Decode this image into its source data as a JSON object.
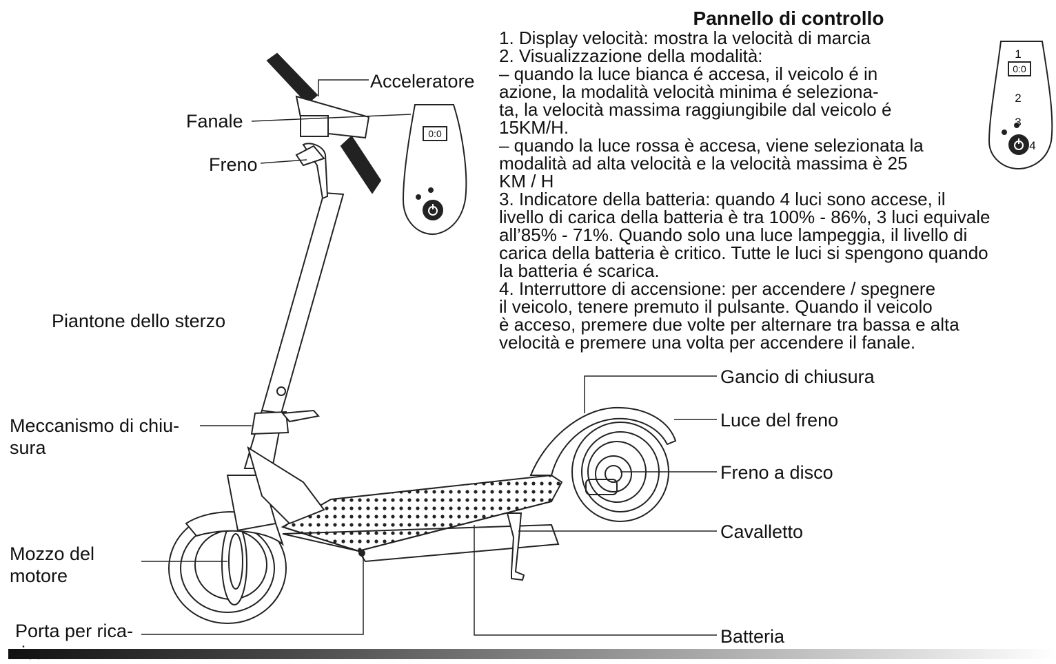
{
  "panel": {
    "title": "Pannello di controllo",
    "lines": [
      "1. Display velocità: mostra la velocità di marcia",
      "2. Visualizzazione della modalità:",
      "– quando la luce bianca é accesa, il veicolo é in",
      "azione, la modalità velocità minima é seleziona-",
      "ta, la velocità massima raggiungibile dal veicolo é",
      "15KM/H.",
      "– quando la luce rossa è accesa, viene selezionata la",
      "modalità ad alta velocità e la velocità massima è 25",
      "KM / H",
      "3. Indicatore della batteria: quando 4 luci sono accese, il",
      "livello di carica della batteria è tra 100% - 86%, 3 luci equivale",
      "all’85% - 71%. Quando solo una luce lampeggia, il livello di",
      "carica della batteria è critico. Tutte le luci si spengono quando",
      "la batteria é scarica.",
      "4. Interruttore di accensione: per accendere / spegnere",
      "il veicolo, tenere premuto il pulsante. Quando il veicolo",
      "è acceso, premere due volte per alternare tra bassa e alta",
      "velocità e premere una volta per accendere il fanale."
    ]
  },
  "labels": {
    "acceleratore": "Acceleratore",
    "fanale": "Fanale",
    "freno": "Freno",
    "piantone": "Piantone dello sterzo",
    "meccanismo": "Meccanismo di chiu-sura",
    "mozzo": "Mozzo del motore",
    "porta": "Porta per rica-rica",
    "gancio": "Gancio di chiusura",
    "luce_freno": "Luce del freno",
    "freno_disco": "Freno a disco",
    "cavalletto": "Cavalletto",
    "batteria": "Batteria"
  },
  "display": {
    "screen_text": "0:0",
    "numbers": [
      "1",
      "2",
      "3",
      "4"
    ]
  }
}
